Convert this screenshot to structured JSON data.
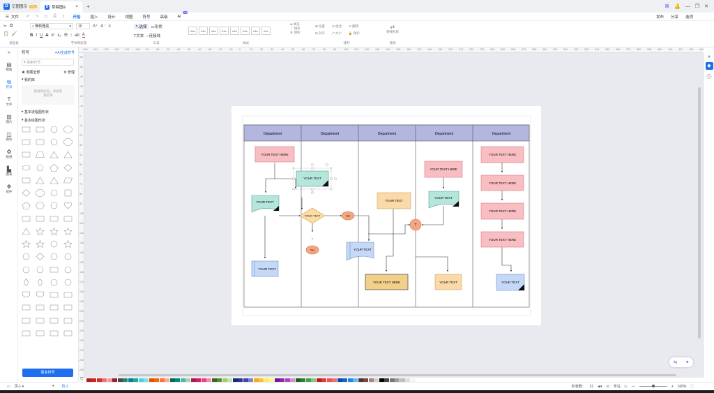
{
  "titlebar": {
    "app_name": "亿图图示",
    "pro_badge": "Pro",
    "doc_tab": "草稿图&",
    "new_tab": "+",
    "right_actions": [
      "发布",
      "分享",
      "选项"
    ]
  },
  "menubar": {
    "file": "文件",
    "items": [
      "开始",
      "插入",
      "设计",
      "视图",
      "符号",
      "高级",
      "AI"
    ],
    "active": "开始",
    "ai_badge": "hot",
    "right_items": [
      "发布",
      "分享",
      "选项"
    ]
  },
  "ribbon": {
    "clipboard_label": "剪贴板",
    "font_name": "微软雅黑",
    "font_size": "10",
    "font_label": "字体和段落",
    "tools_label": "工具",
    "select_label": "选择",
    "shape_label": "形状",
    "text_label": "文本",
    "connector_label": "连接线",
    "style_label": "样式",
    "style_boxes": [
      "Abc",
      "Abc",
      "Abc",
      "Abc",
      "Abc",
      "Abc",
      "Abc",
      "Abc"
    ],
    "fill_label": "填充",
    "line_label": "线条",
    "shadow_label": "阴影",
    "position_label": "位置",
    "align_label": "对齐",
    "group_label": "组合",
    "size_label": "大小",
    "rotate_label": "翻转",
    "lock_label": "保护",
    "arrange_label": "排列",
    "replace_label": "替换形状",
    "replace_group_label": "替换"
  },
  "left_panel": {
    "title": "符号",
    "ai_button": "AI生成符号",
    "search_placeholder": "搜索符号",
    "collect_all": "收藏全部",
    "manage": "管理",
    "my_library": "我的库",
    "empty_hint_1": "拖拽到此处，添加到",
    "empty_hint_2": "我的库",
    "section_1": "基本流程图形状",
    "section_2": "基本绘图形状",
    "more_button": "更多符号"
  },
  "left_rail": [
    {
      "label": "模板",
      "icon": "template-icon"
    },
    {
      "label": "符号",
      "icon": "symbol-icon"
    },
    {
      "label": "文字",
      "icon": "text-icon"
    },
    {
      "label": "图片",
      "icon": "image-icon"
    },
    {
      "label": "图标",
      "icon": "icon-library-icon"
    },
    {
      "label": "贴纸",
      "icon": "sticker-icon"
    },
    {
      "label": "图表",
      "icon": "chart-icon"
    },
    {
      "label": "组件",
      "icon": "component-icon"
    }
  ],
  "ruler_top": [
    "-150",
    "-140",
    "-130",
    "-120",
    "-110",
    "-100",
    "-90",
    "-80",
    "-70",
    "-60",
    "-50",
    "-40",
    "-30",
    "-20",
    "-10",
    "0",
    "10",
    "20",
    "30",
    "40",
    "50",
    "60",
    "70",
    "80",
    "90",
    "100",
    "110",
    "120",
    "130",
    "140",
    "150",
    "160",
    "170",
    "180",
    "190",
    "200",
    "210",
    "220",
    "230",
    "240",
    "250",
    "260",
    "270",
    "280",
    "290",
    "300",
    "310",
    "320",
    "330",
    "340",
    "350",
    "360",
    "370",
    "380",
    "390",
    "400",
    "410",
    "420",
    "430",
    "440"
  ],
  "ruler_left": [
    "-60",
    "-50",
    "-40",
    "-30",
    "-20",
    "-10",
    "0",
    "10",
    "20",
    "30",
    "40",
    "50",
    "60",
    "70",
    "80",
    "90",
    "100",
    "110",
    "120",
    "130",
    "140",
    "150",
    "160",
    "170",
    "180",
    "190",
    "200",
    "210",
    "220",
    "230",
    "240",
    "250",
    "260"
  ],
  "diagram": {
    "departments": [
      "Department",
      "Department",
      "Department",
      "Department",
      "Department"
    ],
    "box_text": "YOUR TEXT HERE",
    "short_text": "YOUR TEXT",
    "yes_label": "Yes",
    "t_label": "T"
  },
  "colors": {
    "accent": "#1e6ff0",
    "header_fill": "#b3b7e0",
    "pink": "#f9bec2",
    "teal": "#b4e6dc",
    "blue": "#c5d9f7",
    "peach": "#fbd9a8",
    "gold": "#f2d08a",
    "orange": "#f4a77f",
    "diamond": "#fbdca2"
  },
  "palette": [
    "#b71c1c",
    "#c62828",
    "#d32f2f",
    "#e57373",
    "#ef9a9a",
    "#8e2430",
    "#4a4a4a",
    "#2e7d7d",
    "#00838f",
    "#26a69a",
    "#4dd0e1",
    "#80deea",
    "#e65100",
    "#ef6c00",
    "#ff7043",
    "#ffab91",
    "#00695c",
    "#00897b",
    "#4db6ac",
    "#a5d6a7",
    "#ad1457",
    "#d81b60",
    "#ec407a",
    "#f48fb1",
    "#33691e",
    "#558b2f",
    "#9ccc65",
    "#c5e1a5",
    "#1a237e",
    "#283593",
    "#3949ab",
    "#7986cb",
    "#f9a825",
    "#fbc02d",
    "#ffee58",
    "#fff59d",
    "#6a1b9a",
    "#8e24aa",
    "#ab47bc",
    "#ce93d8",
    "#1b5e20",
    "#2e7d32",
    "#43a047",
    "#81c784",
    "#b71c1c",
    "#e53935",
    "#ef5350",
    "#e57373",
    "#0d47a1",
    "#1565c0",
    "#1e88e5",
    "#64b5f6",
    "#4e342e",
    "#6d4c41",
    "#a1887f",
    "#d7ccc8",
    "#000000",
    "#424242",
    "#757575",
    "#9e9e9e",
    "#bdbdbd",
    "#e0e0e0",
    "#f5f5f5",
    "#ffffff"
  ],
  "statusbar": {
    "page_1": "页-1",
    "add_page": "+",
    "current_page": "页-1",
    "shape_count_label": "形状数：",
    "shape_count": "21",
    "focus_label": "专注",
    "zoom": "100%"
  }
}
